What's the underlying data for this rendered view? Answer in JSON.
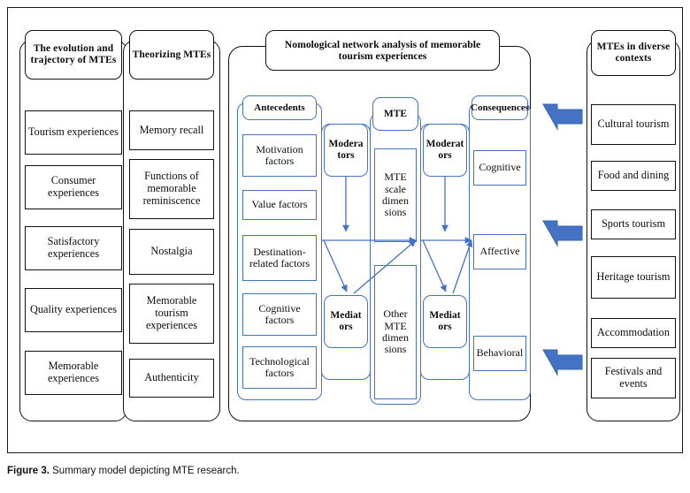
{
  "figure": {
    "caption_label": "Figure 3.",
    "caption_text": "Summary model depicting MTE research.",
    "accent_blue": "#4472C4",
    "outline_black": "#111111"
  },
  "columns": {
    "evolution": {
      "header": "The evolution and trajectory of MTEs",
      "items": [
        "Tourism experiences",
        "Consumer experiences",
        "Satisfactory experiences",
        "Quality experiences",
        "Memorable experiences"
      ]
    },
    "theorizing": {
      "header": "Theorizing MTEs",
      "items": [
        "Memory recall",
        "Functions of memorable reminiscence",
        "Nostalgia",
        "Memorable tourism experiences",
        "Authenticity"
      ]
    },
    "contexts": {
      "header": "MTEs in diverse contexts",
      "items": [
        "Cultural tourism",
        "Food and dining",
        "Sports tourism",
        "Heritage tourism",
        "Accommodation",
        "Festivals and events"
      ]
    }
  },
  "center_panel": {
    "title": "Nomological network analysis of memorable tourism experiences",
    "antecedents": {
      "header": "Antecedents",
      "items": [
        "Motivation factors",
        "Value factors",
        "Destination-related factors",
        "Cognitive factors",
        "Technological factors"
      ]
    },
    "left_process": {
      "moderators": "Modera tors",
      "mediators": "Mediat ors"
    },
    "mte": {
      "header": "MTE",
      "items": [
        "MTE scale dimen sions",
        "Other MTE dimen sions"
      ]
    },
    "right_process": {
      "moderators": "Moderat ors",
      "mediators": "Mediat ors"
    },
    "consequences": {
      "header": "Consequences",
      "items": [
        "Cognitive",
        "Affective",
        "Behavioral"
      ]
    }
  },
  "context_arrows": [
    {
      "name": "arrow-to-consequences-cognitive"
    },
    {
      "name": "arrow-to-consequences-affective"
    },
    {
      "name": "arrow-to-consequences-behavioral"
    }
  ]
}
